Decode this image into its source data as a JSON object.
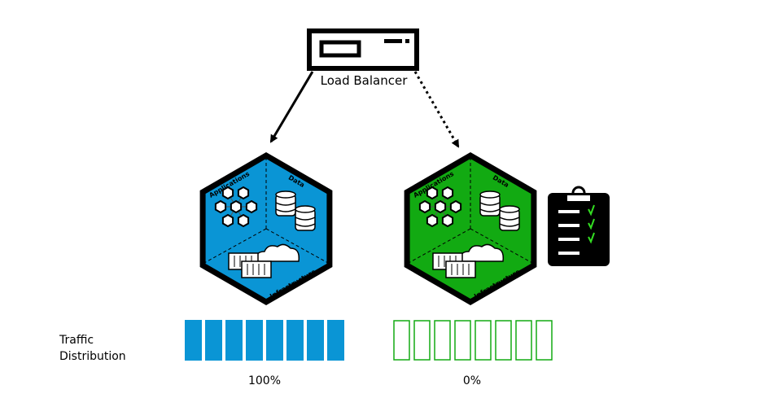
{
  "load_balancer": {
    "label": "Load Balancer"
  },
  "environments": [
    {
      "name": "blue",
      "color": "#0a95d5",
      "traffic_percent": 100,
      "traffic_label": "100%",
      "active_route": "solid"
    },
    {
      "name": "green",
      "color": "#12aa12",
      "traffic_percent": 0,
      "traffic_label": "0%",
      "active_route": "dotted"
    }
  ],
  "hex_labels": {
    "applications": "Applications",
    "data": "Data",
    "infrastructure": "Infrastructure"
  },
  "traffic": {
    "label_line1": "Traffic",
    "label_line2": "Distribution",
    "segments": 8
  },
  "clipboard": {
    "icon": "checklist-clipboard-icon",
    "check_color": "#33dd22",
    "checked_items": 3,
    "total_items": 4
  }
}
